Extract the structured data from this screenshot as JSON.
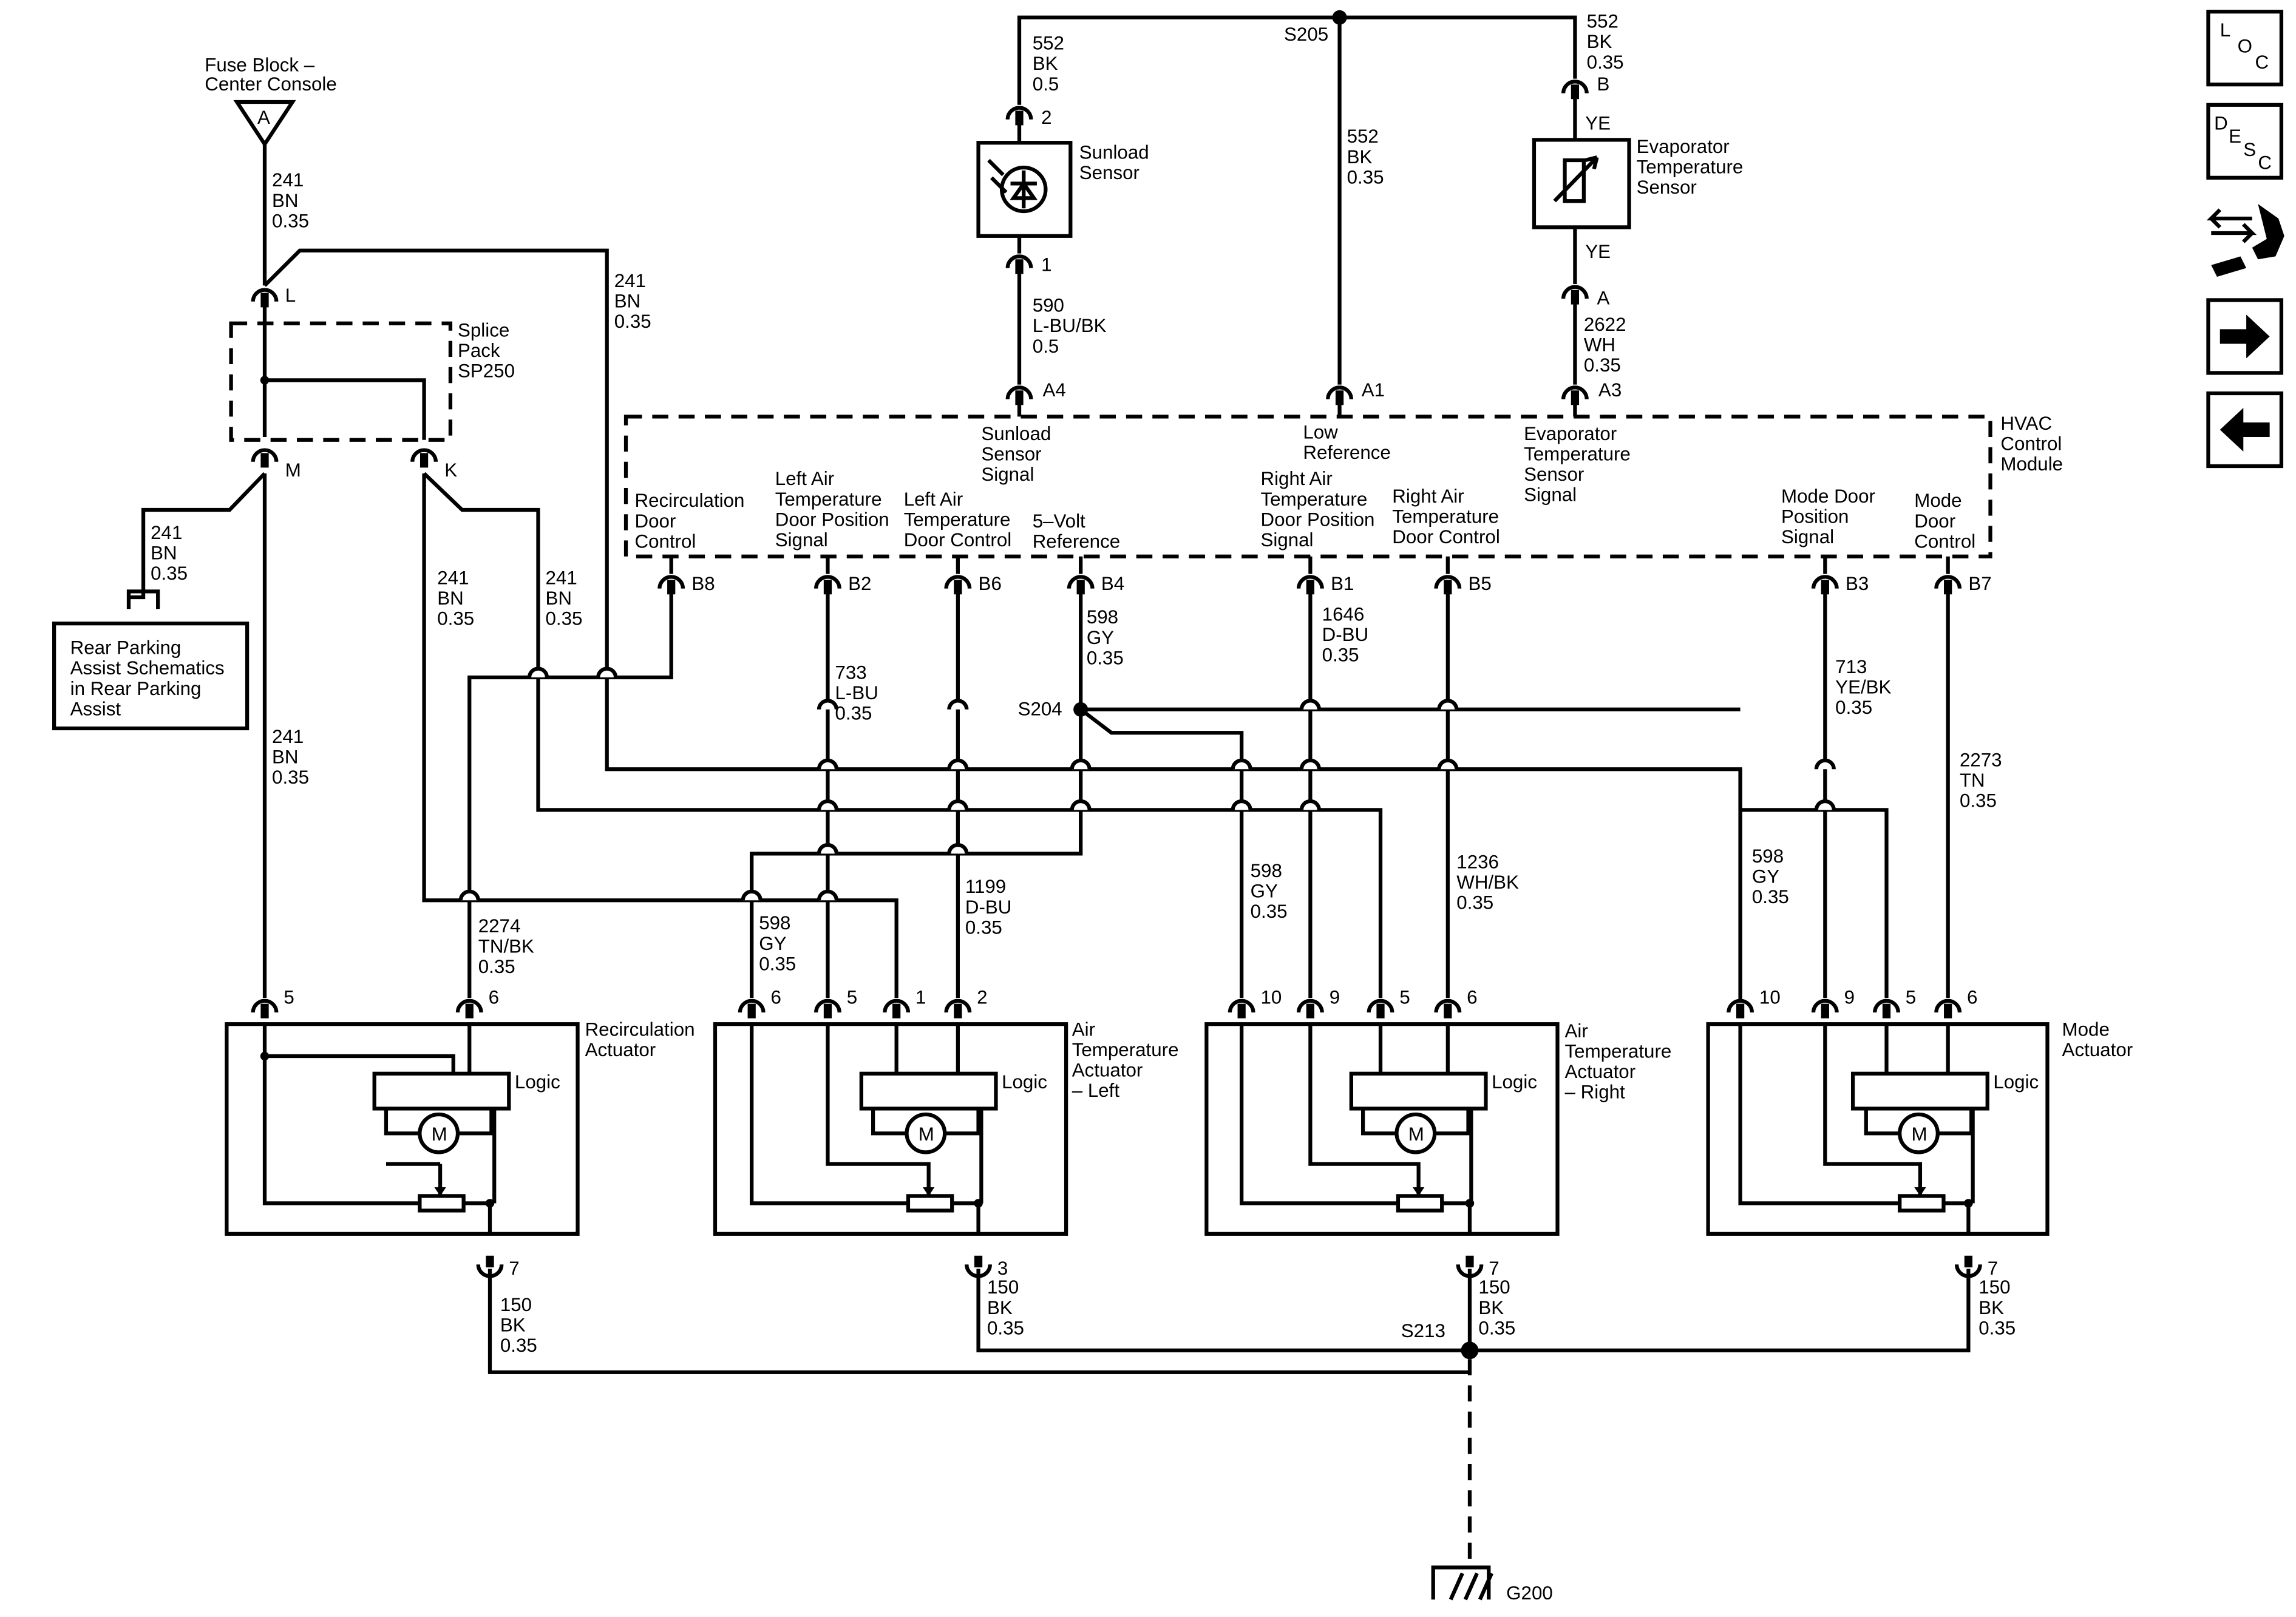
{
  "fuse_block": {
    "title": [
      "Fuse Block –",
      "Center Console"
    ],
    "connector": "A"
  },
  "circuit_241": {
    "num": "241",
    "color": "BN",
    "size": "0.35"
  },
  "fuse_conn_L": "L",
  "splice_pack": {
    "label": [
      "Splice",
      "Pack",
      "SP250"
    ],
    "conn_m": "M",
    "conn_k": "K"
  },
  "rear_parking": {
    "lines": [
      "Rear Parking",
      "Assist Schematics",
      "in Rear Parking",
      "Assist"
    ]
  },
  "top_wires": {
    "w552_left": {
      "num": "552",
      "color": "BK",
      "size": "0.5"
    },
    "w552_right": {
      "num": "552",
      "color": "BK",
      "size": "0.35"
    },
    "w552_center": {
      "num": "552",
      "color": "BK",
      "size": "0.35"
    },
    "splice_s205": "S205",
    "w590": {
      "num": "590",
      "color": "L-BU/BK",
      "size": "0.5"
    },
    "w2622": {
      "num": "2622",
      "color": "WH",
      "size": "0.35"
    }
  },
  "sunload_sensor": {
    "title": [
      "Sunload",
      "Sensor"
    ],
    "pin_top": "2",
    "pin_bottom": "1"
  },
  "evap_sensor": {
    "title": [
      "Evaporator",
      "Temperature",
      "Sensor"
    ],
    "pin_top": "B",
    "pin_bottom": "A",
    "wire_top": "YE",
    "wire_bottom": "YE"
  },
  "hvac_module": {
    "title": [
      "HVAC",
      "Control",
      "Module"
    ],
    "top_pins": [
      {
        "pin": "A4",
        "label": [
          "Sunload",
          "Sensor",
          "Signal"
        ]
      },
      {
        "pin": "A1",
        "label": [
          "Low",
          "Reference"
        ]
      },
      {
        "pin": "A3",
        "label": [
          "Evaporator",
          "Temperature",
          "Sensor",
          "Signal"
        ]
      }
    ],
    "bottom_pins": [
      {
        "pin": "B8",
        "label": [
          "Recirculation",
          "Door",
          "Control"
        ]
      },
      {
        "pin": "B2",
        "label": [
          "Left Air",
          "Temperature",
          "Door Position",
          "Signal"
        ]
      },
      {
        "pin": "B6",
        "label": [
          "Left Air",
          "Temperature",
          "Door Control"
        ]
      },
      {
        "pin": "B4",
        "label": [
          "5–Volt",
          "Reference"
        ]
      },
      {
        "pin": "B1",
        "label": [
          "Right Air",
          "Temperature",
          "Door Position",
          "Signal"
        ]
      },
      {
        "pin": "B5",
        "label": [
          "Right Air",
          "Temperature",
          "Door Control"
        ]
      },
      {
        "pin": "B3",
        "label": [
          "Mode Door",
          "Position",
          "Signal"
        ]
      },
      {
        "pin": "B7",
        "label": [
          "Mode",
          "Door",
          "Control"
        ]
      }
    ]
  },
  "mid_wires": {
    "w598_b4": {
      "num": "598",
      "color": "GY",
      "size": "0.35"
    },
    "splice_s204": "S204",
    "w733": {
      "num": "733",
      "color": "L-BU",
      "size": "0.35"
    },
    "w1646": {
      "num": "1646",
      "color": "D-BU",
      "size": "0.35"
    },
    "w713": {
      "num": "713",
      "color": "YE/BK",
      "size": "0.35"
    },
    "w2273": {
      "num": "2273",
      "color": "TN",
      "size": "0.35"
    },
    "w2274": {
      "num": "2274",
      "color": "TN/BK",
      "size": "0.35"
    },
    "w598_la": {
      "num": "598",
      "color": "GY",
      "size": "0.35"
    },
    "w1199": {
      "num": "1199",
      "color": "D-BU",
      "size": "0.35"
    },
    "w598_ra": {
      "num": "598",
      "color": "GY",
      "size": "0.35"
    },
    "w1236": {
      "num": "1236",
      "color": "WH/BK",
      "size": "0.35"
    },
    "w598_mode": {
      "num": "598",
      "color": "GY",
      "size": "0.35"
    }
  },
  "actuators": [
    {
      "title": [
        "Recirculation",
        "Actuator"
      ],
      "pins": [
        "5",
        "6"
      ],
      "ground_pin": "7",
      "logic": "Logic",
      "motor": "M"
    },
    {
      "title": [
        "Air",
        "Temperature",
        "Actuator",
        "– Left"
      ],
      "pins": [
        "6",
        "5",
        "1",
        "2"
      ],
      "ground_pin": "3",
      "logic": "Logic",
      "motor": "M"
    },
    {
      "title": [
        "Air",
        "Temperature",
        "Actuator",
        "– Right"
      ],
      "pins": [
        "10",
        "9",
        "5",
        "6"
      ],
      "ground_pin": "7",
      "logic": "Logic",
      "motor": "M"
    },
    {
      "title": [
        "Mode",
        "Actuator"
      ],
      "pins": [
        "10",
        "9",
        "5",
        "6"
      ],
      "ground_pin": "7",
      "logic": "Logic",
      "motor": "M"
    }
  ],
  "ground_wires": [
    {
      "num": "150",
      "color": "BK",
      "size": "0.35"
    },
    {
      "num": "150",
      "color": "BK",
      "size": "0.35"
    },
    {
      "num": "150",
      "color": "BK",
      "size": "0.35"
    },
    {
      "num": "150",
      "color": "BK",
      "size": "0.35"
    }
  ],
  "splice_s213": "S213",
  "ground_g200": "G200",
  "nav": {
    "loc": [
      "L",
      "O",
      "C"
    ],
    "desc": [
      "D",
      "E",
      "S",
      "C"
    ],
    "icons": [
      "loc-icon",
      "desc-icon",
      "connector-tool-icon",
      "next-arrow-icon",
      "previous-arrow-icon"
    ]
  }
}
